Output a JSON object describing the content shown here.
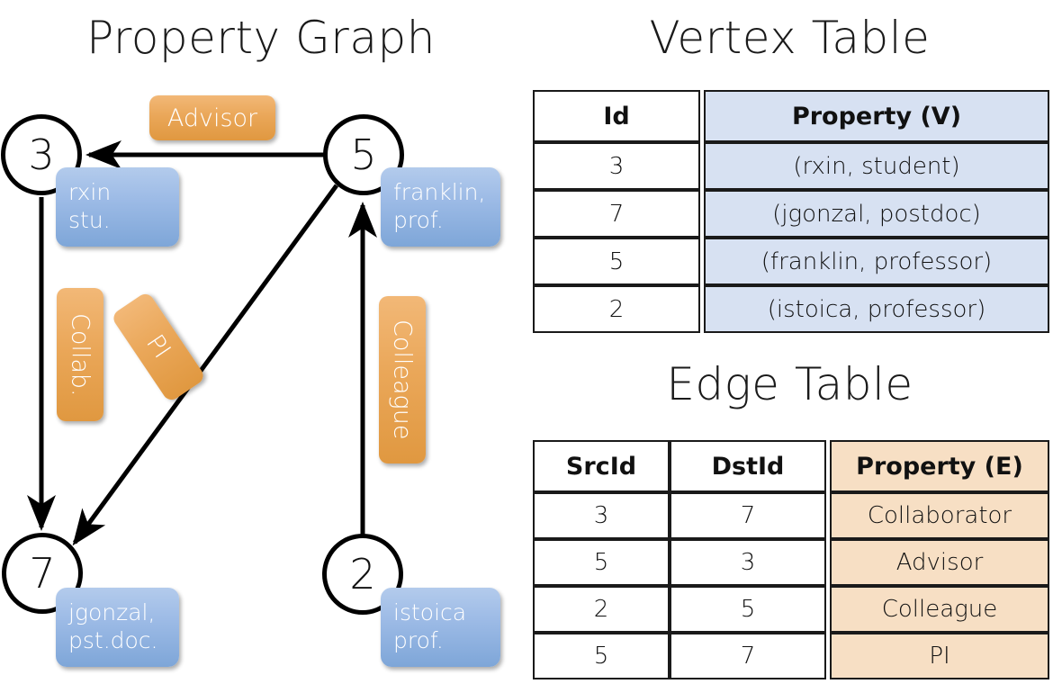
{
  "titles": {
    "property_graph": "Property Graph",
    "vertex_table": "Vertex Table",
    "edge_table": "Edge Table"
  },
  "graph": {
    "nodes": [
      {
        "id": "3",
        "property_line1": "rxin",
        "property_line2": "stu."
      },
      {
        "id": "5",
        "property_line1": "franklin,",
        "property_line2": "prof."
      },
      {
        "id": "7",
        "property_line1": "jgonzal,",
        "property_line2": "pst.doc."
      },
      {
        "id": "2",
        "property_line1": "istoica",
        "property_line2": "prof."
      }
    ],
    "edge_labels": [
      {
        "text": "Advisor"
      },
      {
        "text": "Collab."
      },
      {
        "text": "PI"
      },
      {
        "text": "Colleague"
      }
    ],
    "edges": [
      {
        "from": "5",
        "to": "3",
        "label": "Advisor"
      },
      {
        "from": "3",
        "to": "7",
        "label": "Collab."
      },
      {
        "from": "5",
        "to": "7",
        "label": "PI"
      },
      {
        "from": "2",
        "to": "5",
        "label": "Colleague"
      }
    ]
  },
  "vertex_table": {
    "headers": [
      "Id",
      "Property (V)"
    ],
    "rows": [
      [
        "3",
        "(rxin, student)"
      ],
      [
        "7",
        "(jgonzal, postdoc)"
      ],
      [
        "5",
        "(franklin, professor)"
      ],
      [
        "2",
        "(istoica, professor)"
      ]
    ]
  },
  "edge_table": {
    "headers": [
      "SrcId",
      "DstId",
      "Property (E)"
    ],
    "rows": [
      [
        "3",
        "7",
        "Collaborator"
      ],
      [
        "5",
        "3",
        "Advisor"
      ],
      [
        "2",
        "5",
        "Colleague"
      ],
      [
        "5",
        "7",
        "PI"
      ]
    ]
  },
  "colors": {
    "vertex_property_fill": "#d7e1f2",
    "edge_property_fill": "#f7dfc4",
    "node_box_blue": "#9dbbe6",
    "edge_label_orange": "#eaa759",
    "stroke": "#000000"
  }
}
